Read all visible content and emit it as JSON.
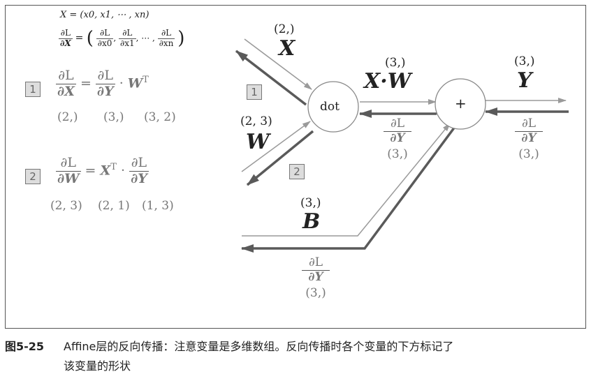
{
  "defs": {
    "x_def": "X = (x0, x1, ⋯ , xn)",
    "grad_def": {
      "num": "∂L",
      "den": "∂X",
      "paren_open": "(",
      "terms": [
        {
          "num": "∂L",
          "den": "∂x0"
        },
        {
          "num": "∂L",
          "den": "∂x1"
        },
        {
          "num": "∂L",
          "den": "∂xn"
        }
      ],
      "ellipsis": "⋯ ,",
      "paren_close": ")"
    }
  },
  "eq1": {
    "badge": "1",
    "lhs": {
      "num": "∂L",
      "den": "∂X"
    },
    "equals": "=",
    "rhs1": {
      "num": "∂L",
      "den": "∂Y"
    },
    "dot": "·",
    "rhs2": "W",
    "sup": "T",
    "shapes": [
      "(2,)",
      "(3,)",
      "(3, 2)"
    ]
  },
  "eq2": {
    "badge": "2",
    "lhs": {
      "num": "∂L",
      "den": "∂W"
    },
    "equals": "=",
    "rhs1": "X",
    "sup": "T",
    "dot": "·",
    "rhs2": {
      "num": "∂L",
      "den": "∂Y"
    },
    "shapes": [
      "(2, 3)",
      "(2, 1)",
      "(1, 3)"
    ]
  },
  "graph": {
    "x_shape": "(2,)",
    "x_label": "X",
    "w_shape": "(2, 3)",
    "w_label": "W",
    "badge1": "1",
    "badge2": "2",
    "dot_node": "dot",
    "plus_node": "+",
    "xw_shape": "(3,)",
    "xw_label": "X·W",
    "y_shape": "(3,)",
    "y_label": "Y",
    "b_shape": "(3,)",
    "b_label": "B",
    "grad_mid": {
      "num": "∂L",
      "den": "∂Y",
      "shape": "(3,)"
    },
    "grad_right": {
      "num": "∂L",
      "den": "∂Y",
      "shape": "(3,)"
    },
    "grad_bottom": {
      "num": "∂L",
      "den": "∂Y",
      "shape": "(3,)"
    }
  },
  "caption": {
    "figure_no": "图5-25",
    "line1": "Affine层的反向传播：注意变量是多维数组。反向传播时各个变量的下方标记了",
    "line2": "该变量的形状"
  },
  "colors": {
    "forward": "#9a9a9a",
    "backward": "#5a5a5a",
    "badge_fill": "#dddddd"
  }
}
